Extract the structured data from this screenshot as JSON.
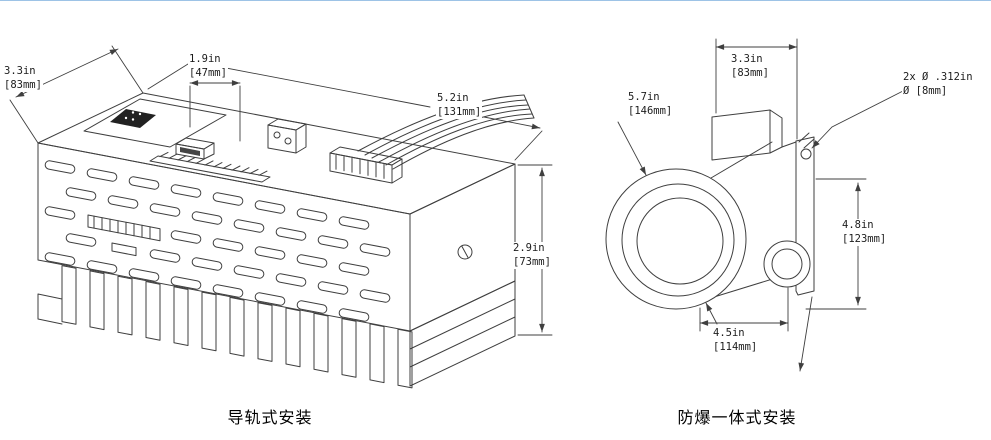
{
  "figure": {
    "background": "#ffffff",
    "border_color": "#9dc3e6",
    "line_color": "#3f3f3f"
  },
  "left_view": {
    "caption": "导轨式安装",
    "dims": {
      "depth": {
        "inches": "3.3in",
        "metric": "[83mm]"
      },
      "top": {
        "inches": "1.9in",
        "metric": "[47mm]"
      },
      "width": {
        "inches": "5.2in",
        "metric": "[131mm]"
      },
      "height": {
        "inches": "2.9in",
        "metric": "[73mm]"
      }
    }
  },
  "right_view": {
    "caption": "防爆一体式安装",
    "dims": {
      "lens_diameter": {
        "inches": "5.7in",
        "metric": "[146mm]"
      },
      "top_width": {
        "inches": "3.3in",
        "metric": "[83mm]"
      },
      "holes": {
        "line1": "2x Ø .312in",
        "line2": "Ø [8mm]"
      },
      "height": {
        "inches": "4.8in",
        "metric": "[123mm]"
      },
      "length": {
        "inches": "4.5in",
        "metric": "[114mm]"
      }
    }
  }
}
